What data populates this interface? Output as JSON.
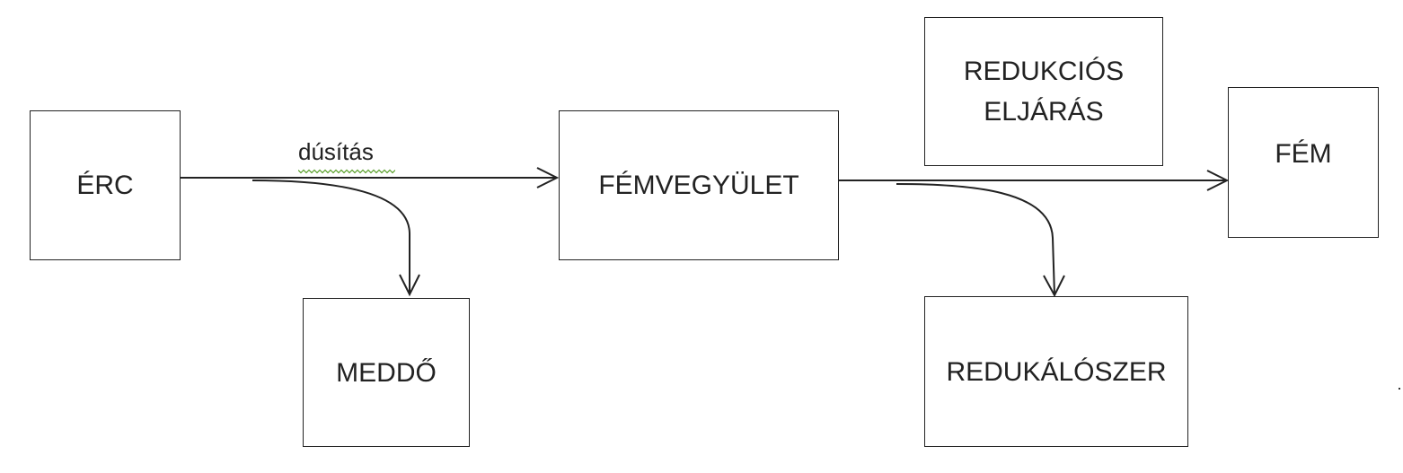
{
  "diagram": {
    "boxes": {
      "erc": "ÉRC",
      "femvegyulet": "FÉMVEGYÜLET",
      "redukcios": [
        "REDUKCIÓS",
        "ELJÁRÁS"
      ],
      "fem": "FÉM",
      "meddo": "MEDDŐ",
      "redukaloszer": "REDUKÁLÓSZER"
    },
    "edge_labels": {
      "dusitas": "dúsítás"
    },
    "colors": {
      "stroke": "#222222",
      "spellcheck_underline": "#5aa02c"
    }
  }
}
